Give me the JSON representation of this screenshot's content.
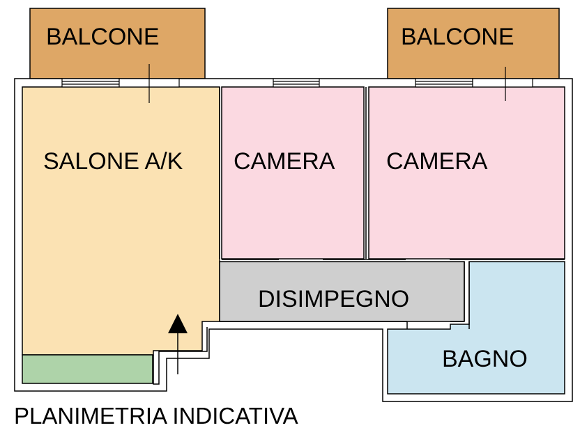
{
  "rooms": {
    "balcone_left": {
      "label": "BALCONE",
      "color": "#dea766"
    },
    "balcone_right": {
      "label": "BALCONE",
      "color": "#dea766"
    },
    "salone": {
      "label": "SALONE A/K",
      "color": "#fbe2b3"
    },
    "camera_1": {
      "label": "CAMERA",
      "color": "#fbd9e1"
    },
    "camera_2": {
      "label": "CAMERA",
      "color": "#fbd9e1"
    },
    "disimpegno": {
      "label": "DISIMPEGNO",
      "color": "#cfcfcf"
    },
    "bagno": {
      "label": "BAGNO",
      "color": "#cbe5f0"
    },
    "kitchen_strip": {
      "color": "#aed3a9"
    }
  },
  "caption": "PLANIMETRIA INDICATIVA",
  "entrance": {
    "icon": "entrance-arrow-icon"
  }
}
